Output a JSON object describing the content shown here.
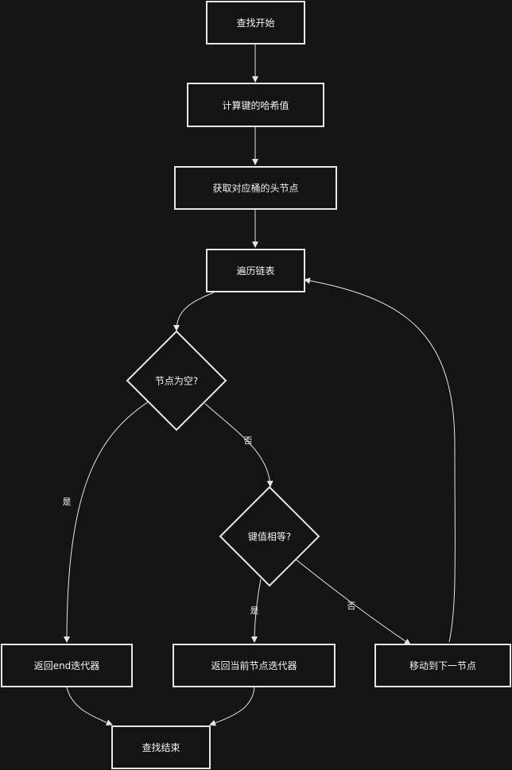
{
  "nodes": {
    "start": "查找开始",
    "hash": "计算键的哈希值",
    "bucket": "获取对应桶的头节点",
    "traverse": "遍历链表",
    "is_null": "节点为空?",
    "key_eq": "键值相等?",
    "ret_end": "返回end迭代器",
    "ret_cur": "返回当前节点迭代器",
    "move_next": "移动到下一节点",
    "end": "查找结束"
  },
  "edge_labels": {
    "null_no": "否",
    "null_yes": "是",
    "eq_yes": "是",
    "eq_no": "否"
  },
  "colors": {
    "background": "#141414",
    "stroke": "#e6e6e6",
    "text": "#f2f2f2"
  }
}
